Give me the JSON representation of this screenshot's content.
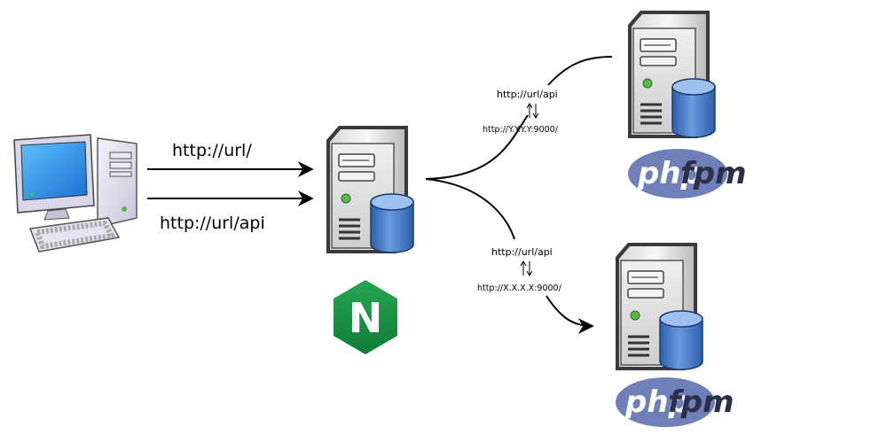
{
  "client": {
    "request_label_1": "http://url/",
    "request_label_2": "http://url/api"
  },
  "upstream_top": {
    "url_label": "http://url/api",
    "address_label": "http://Y.Y.Y.Y:9000/",
    "logo_php": "php",
    "logo_fpm": "fpm"
  },
  "upstream_bottom": {
    "url_label": "http://url/api",
    "address_label": "http://X.X.X.X:9000/",
    "logo_php": "php",
    "logo_fpm": "fpm"
  },
  "proxy": {
    "logo_letter": "N"
  },
  "colors": {
    "nginx_green": "#1f9a45",
    "php_blue": "#6f7fb8",
    "db_blue": "#4f7fc6",
    "monitor_blue": "#2f8fe0"
  }
}
